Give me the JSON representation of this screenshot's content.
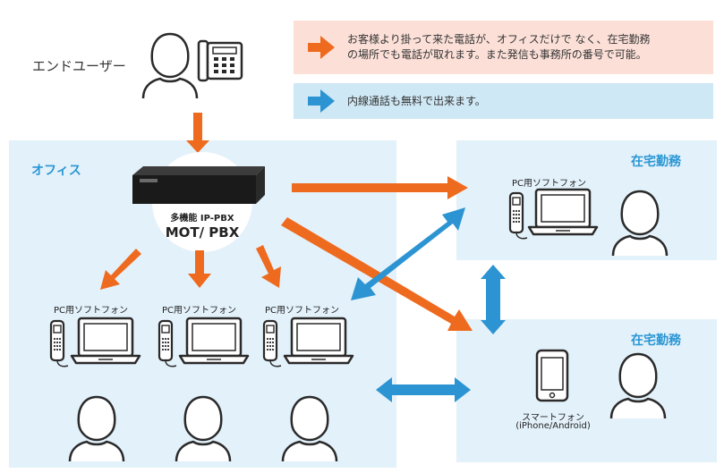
{
  "notes": {
    "orange": {
      "text": "お客様より掛って来た電話が、オフィスだけで なく、在宅勤務\nの場所でも電話が取れます。また発信も事務所の番号で可能。",
      "bg": "#fce0d8",
      "arrow_color": "#ee6a1e"
    },
    "blue": {
      "text": "内線通話も無料で出来ます。",
      "bg": "#cfe8f5",
      "arrow_color": "#2c94d2"
    }
  },
  "end_user": {
    "label": "エンドユーザー"
  },
  "office": {
    "label": "オフィス",
    "pbx": {
      "line1": "多機能 IP-PBX",
      "line2": "MOT/ PBX",
      "brand": "MOT/PBX"
    },
    "stations": [
      {
        "label": "PC用ソフトフォン"
      },
      {
        "label": "PC用ソフトフォン"
      },
      {
        "label": "PC用ソフトフォン"
      }
    ]
  },
  "remote1": {
    "label": "在宅勤務",
    "station_label": "PC用ソフトフォン"
  },
  "remote2": {
    "label": "在宅勤務",
    "device_label_1": "スマートフォン",
    "device_label_2": "(iPhone/Android)"
  },
  "colors": {
    "panel": "#e3f1fa",
    "accent_blue": "#2a96d4",
    "orange": "#ee6a1e",
    "blue": "#2c94d2",
    "outline": "#2a2a2a"
  }
}
